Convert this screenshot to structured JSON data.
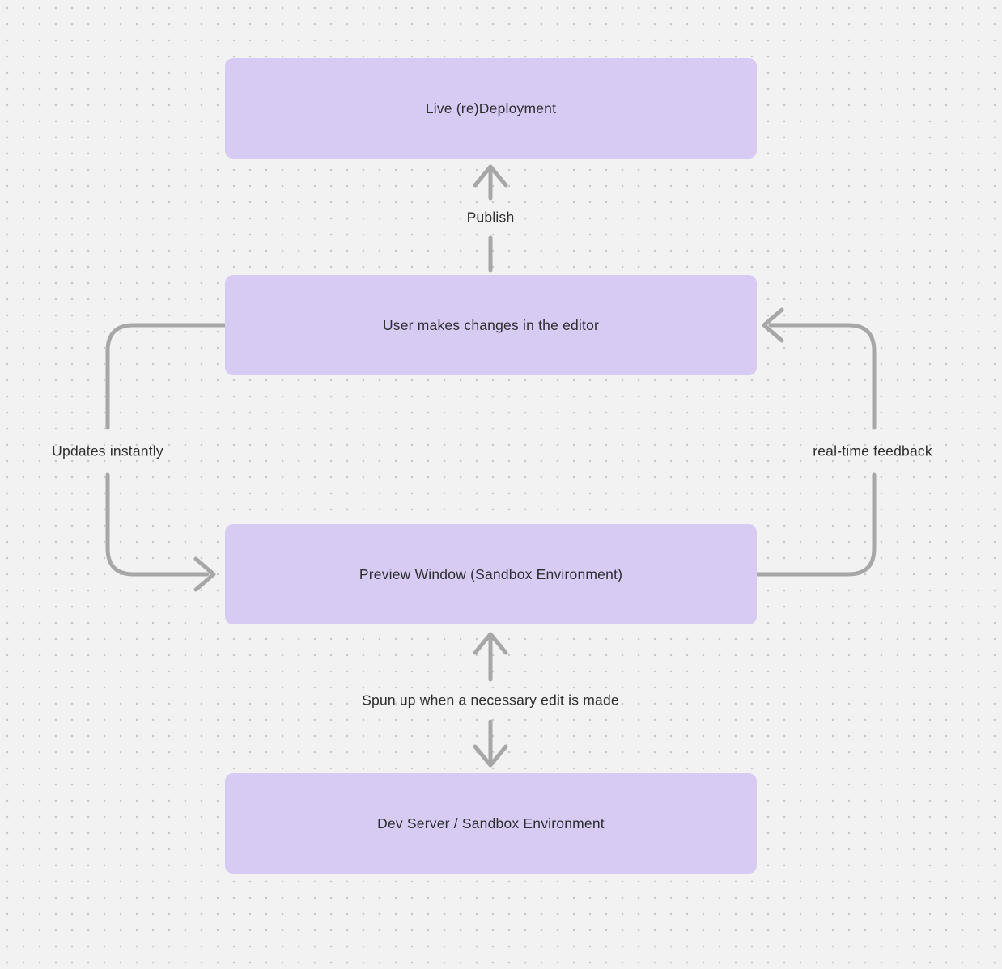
{
  "colors": {
    "background": "#f2f2f2",
    "dot": "#c8c8c8",
    "node-fill": "#d7cbf3",
    "arrow": "#a7a7a7",
    "text": "#2e2e31"
  },
  "diagram": {
    "type": "flowchart",
    "nodes": [
      {
        "id": "live-deployment",
        "label": "Live (re)Deployment"
      },
      {
        "id": "editor",
        "label": "User makes changes in the editor"
      },
      {
        "id": "preview",
        "label": "Preview Window (Sandbox Environment)"
      },
      {
        "id": "dev-server",
        "label": "Dev Server / Sandbox Environment"
      }
    ],
    "edges": [
      {
        "id": "publish",
        "from": "editor",
        "to": "live-deployment",
        "label": "Publish",
        "direction": "up"
      },
      {
        "id": "updates-instantly",
        "from": "editor",
        "to": "preview",
        "label": "Updates instantly",
        "direction": "left-loop-down"
      },
      {
        "id": "real-time-feedback",
        "from": "preview",
        "to": "editor",
        "label": "real-time feedback",
        "direction": "right-loop-up"
      },
      {
        "id": "spun-up",
        "from": "preview",
        "to": "dev-server",
        "label": "Spun up when a necessary edit is made",
        "direction": "both"
      }
    ]
  }
}
